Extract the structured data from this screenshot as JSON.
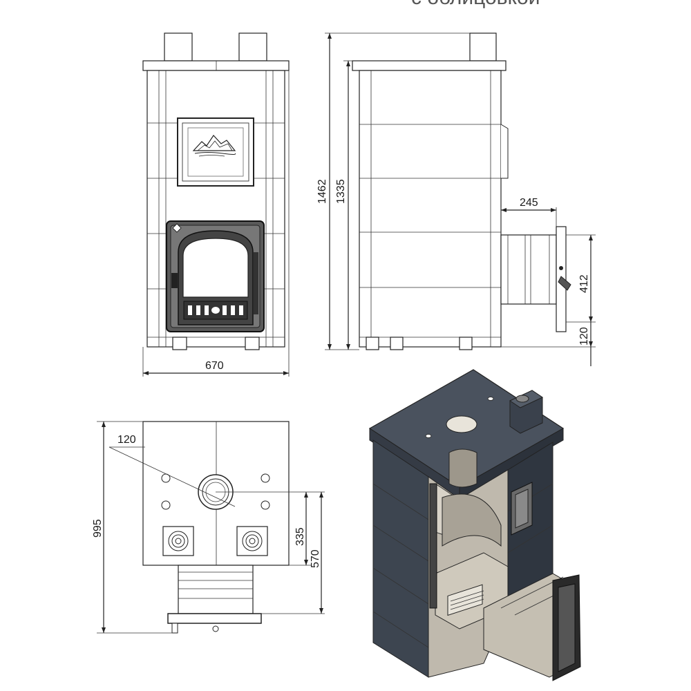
{
  "header": {
    "partial_title": "с облицовкой"
  },
  "front_view": {
    "width_label": "670"
  },
  "side_view": {
    "total_height_label": "1462",
    "body_height_label": "1335",
    "door_depth_label": "245",
    "door_height_label": "412",
    "door_elevation_label": "120"
  },
  "top_view": {
    "chimney_diameter_label": "120",
    "depth_label": "995",
    "chimney_offset_label": "335",
    "front_offset_label": "570"
  },
  "colors": {
    "stone": "#3d4550",
    "stone_dark": "#2c323b",
    "metal": "#2a2a2a",
    "brick": "#bfb9ad",
    "line": "#222222"
  },
  "icons": [
    "mountain-emblem-icon",
    "stove-door-icon"
  ]
}
